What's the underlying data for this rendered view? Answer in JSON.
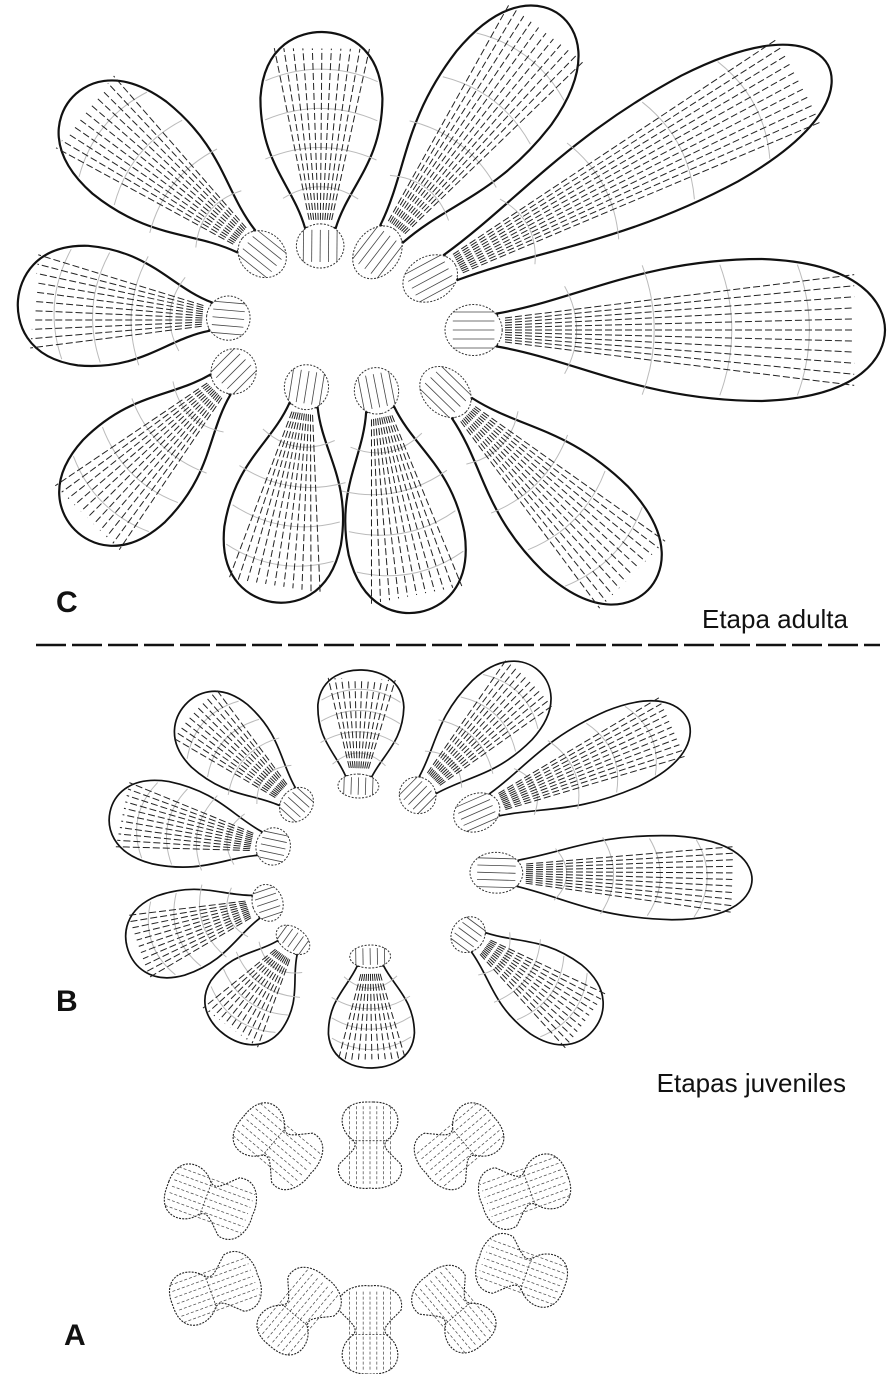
{
  "panels": [
    {
      "letter": "C",
      "stage_label": "Etapa adulta"
    },
    {
      "letter": "B",
      "stage_label": "Etapas juveniles"
    },
    {
      "letter": "A"
    }
  ],
  "line_color": "#111111",
  "background_color": "#ffffff"
}
